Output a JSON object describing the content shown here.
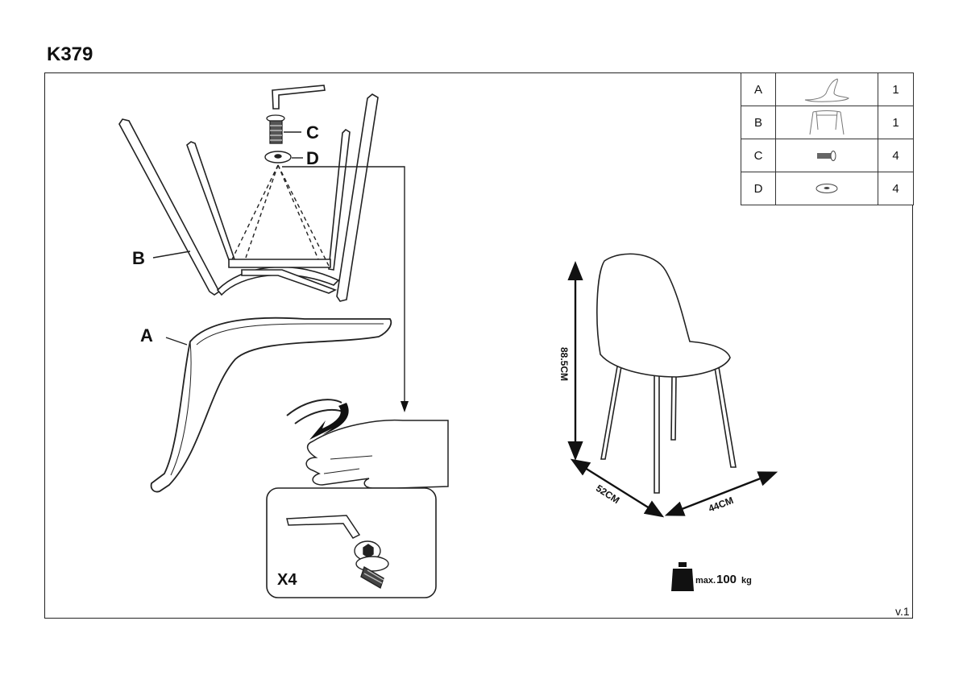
{
  "header": {
    "title": "K379"
  },
  "footer": {
    "version": "v.1"
  },
  "assembly": {
    "labels": {
      "A": "A",
      "B": "B",
      "C": "C",
      "D": "D"
    },
    "detail_count": "X4"
  },
  "parts_table": {
    "rows": [
      {
        "letter": "A",
        "icon": "seat-shell-icon",
        "qty": "1"
      },
      {
        "letter": "B",
        "icon": "leg-frame-icon",
        "qty": "1"
      },
      {
        "letter": "C",
        "icon": "bolt-icon",
        "qty": "4"
      },
      {
        "letter": "D",
        "icon": "washer-icon",
        "qty": "4"
      }
    ]
  },
  "dimensions": {
    "height": "88.5CM",
    "depth": "52CM",
    "width": "44CM"
  },
  "max_load": {
    "prefix": "max.",
    "value": "100",
    "unit": "kg",
    "icon": "weight-icon"
  }
}
